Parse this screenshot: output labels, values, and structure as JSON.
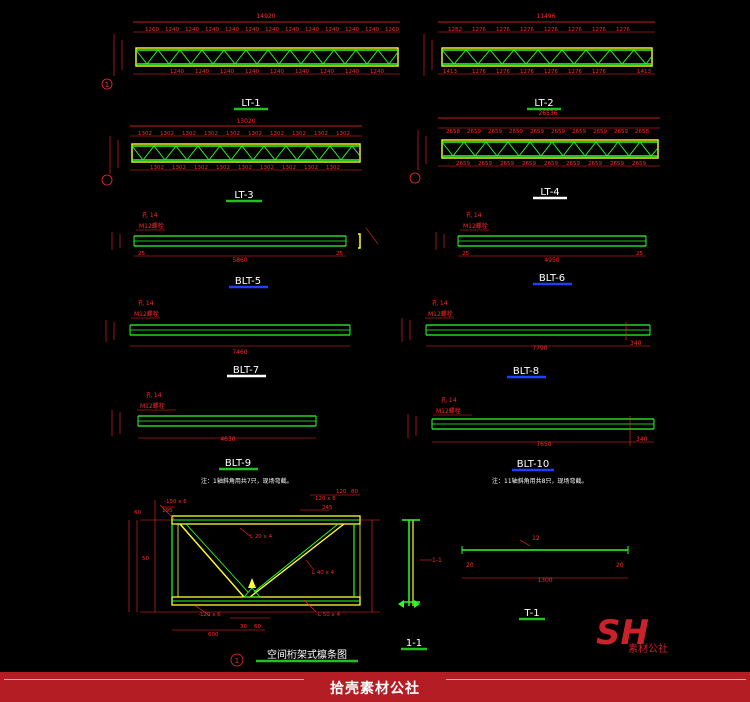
{
  "colors": {
    "background": "#000000",
    "dimension": "#ff2a2a",
    "member": "#ffff2e",
    "chord": "#29ff29",
    "title_underline_green": "#20c020",
    "title_underline_white": "#ffffff",
    "title_underline_blue": "#1f3fff",
    "footer": "#b51d24"
  },
  "lt1": {
    "title": "LT-1",
    "total": "14920",
    "panel": "1240",
    "end": "1260",
    "mark": "1"
  },
  "lt2": {
    "title": "LT-2",
    "total": "11496",
    "panel": "1276",
    "end": "1282",
    "end2": "1413"
  },
  "lt3": {
    "title": "LT-3",
    "total": "13020",
    "panel": "1302"
  },
  "lt4": {
    "title": "LT-4",
    "total": "26536",
    "panel": "2659",
    "end": "2658"
  },
  "blt": [
    {
      "title": "BLT-5",
      "length": "5860",
      "end": "25",
      "end2": "25",
      "hole": "孔 14",
      "bolt": "M12螺栓"
    },
    {
      "title": "BLT-6",
      "length": "4950",
      "end": "25",
      "end2": "25",
      "hole": "孔 14",
      "bolt": "M12螺栓"
    },
    {
      "title": "BLT-7",
      "length": "7460",
      "end": "",
      "end2": "",
      "hole": "孔 14",
      "bolt": "M12螺栓"
    },
    {
      "title": "BLT-8",
      "length": "7790",
      "end": "",
      "end2": "340",
      "hole": "孔 14",
      "bolt": "M12螺栓"
    },
    {
      "title": "BLT-9",
      "length": "4630",
      "end": "",
      "end2": "",
      "hole": "孔 14",
      "bolt": "M12螺栓"
    },
    {
      "title": "BLT-10",
      "length": "7650",
      "end": "",
      "end2": "340",
      "hole": "孔 14",
      "bolt": "M12螺栓"
    }
  ],
  "notes": {
    "blt9": "注：1轴斜角用共7只，现场弯截。",
    "blt10": "注：11轴斜角用共8只，现场弯截。"
  },
  "space_truss": {
    "title": "空间桁架式檩条图",
    "mark": "1",
    "labels": {
      "plate_tl": "-150 x 6",
      "plate_tr": "-120 x 6",
      "angle_top": "L 20 x 4",
      "angle_diag": "L 40 x 4",
      "plate_bl": "-120 x 6",
      "angle_bot": "L 50 x 4",
      "d60": "60",
      "d195": "195",
      "d245": "245",
      "d120a": "120",
      "d80": "80",
      "d50": "50",
      "d600": "600",
      "d30": "30",
      "d60b": "60"
    }
  },
  "section_11": {
    "title": "1-1",
    "tag": "1-1"
  },
  "t1": {
    "title": "T-1",
    "length": "1300",
    "end": "20",
    "end2": "20",
    "mark": "12"
  },
  "watermark": {
    "logo": "SH",
    "text": "素材公社"
  },
  "footer": {
    "text": "拾壳素材公社"
  }
}
